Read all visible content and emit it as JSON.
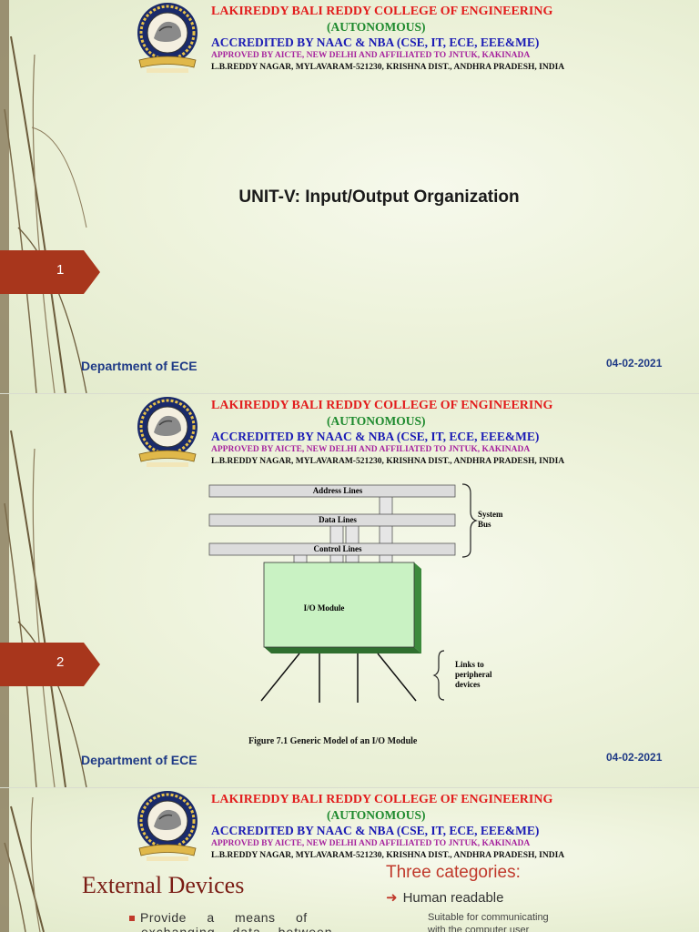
{
  "header": {
    "college": "LAKIREDDY BALI REDDY COLLEGE OF ENGINEERING",
    "autonomous": "(AUTONOMOUS)",
    "accredited": "ACCREDITED BY NAAC & NBA (CSE, IT, ECE, EEE&ME)",
    "approved": "APPROVED BY AICTE, NEW DELHI AND AFFILIATED TO JNTUK, KAKINADA",
    "address": "L.B.REDDY NAGAR, MYLAVARAM-521230, KRISHNA DIST., ANDHRA PRADESH, INDIA"
  },
  "colors": {
    "tab": "#a8361c",
    "college": "#e21d1d",
    "autonomous": "#1e8a2e",
    "accredited": "#1b1bb5",
    "approved": "#a6239e",
    "footer": "#1f3a86",
    "iomodule": "#c9f2c3"
  },
  "slide1": {
    "title": "UNIT-V: Input/Output Organization",
    "page_number": "1",
    "department": "Department of ECE",
    "date": "04-02-2021"
  },
  "slide2": {
    "page_number": "2",
    "department": "Department of ECE",
    "date": "04-02-2021",
    "diagram": {
      "address_lines": "Address Lines",
      "data_lines": "Data Lines",
      "control_lines": "Control Lines",
      "system_bus_1": "System",
      "system_bus_2": "Bus",
      "io_module": "I/O Module",
      "links_1": "Links to",
      "links_2": "peripheral",
      "links_3": "devices",
      "caption": "Figure 7.1    Generic Model of an I/O Module"
    }
  },
  "slide3": {
    "heading": "External Devices",
    "bullet_line1": "Provide a means of",
    "bullet_line2": "exchanging data between",
    "three_categories": "Three categories:",
    "human_readable": "Human readable",
    "sub_line1": "Suitable for communicating",
    "sub_line2": "with the computer user"
  }
}
